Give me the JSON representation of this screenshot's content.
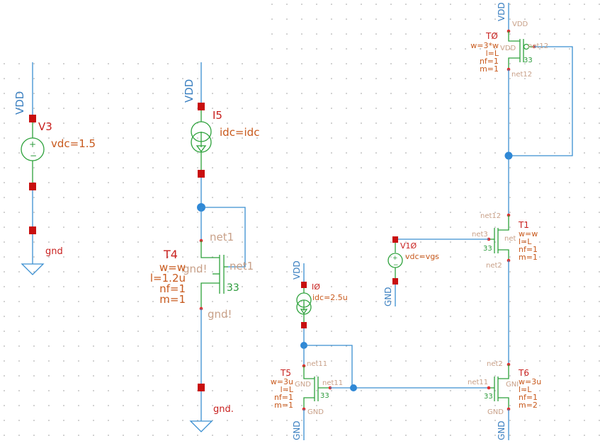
{
  "colors": {
    "wire": "#3a8fd1",
    "device": "#2ca13a",
    "pin": "#c80f0f",
    "instance_label": "#c8201e",
    "param_label": "#c8591c",
    "net_label": "#c8a088",
    "background": "#ffffff"
  },
  "sources": {
    "v3": {
      "name": "V3",
      "param": "vdc=1.5",
      "supply": "VDD",
      "gnd": "gnd"
    },
    "i5": {
      "name": "I5",
      "param": "idc=idc",
      "supply": "VDD"
    },
    "v10": {
      "name": "V1Ø",
      "param": "vdc=vgs",
      "gnd": "GND"
    },
    "i0": {
      "name": "IØ",
      "param": "idc=2.5u",
      "supply": "VDD"
    }
  },
  "transistors": {
    "t4": {
      "name": "T4",
      "w": "w=w",
      "l": "l=1.2u",
      "nf": "nf=1",
      "m": "m=1",
      "bulk": "33",
      "net_top": "net1",
      "net_gate": "net1",
      "bulk_net": "gnd!",
      "net_bottom": "gnd!",
      "gnd": "gnd."
    },
    "t0": {
      "name": "TØ",
      "w": "w=3*w",
      "l": "l=L",
      "nf": "nf=1",
      "m": "m=1",
      "bulk": "33",
      "bulk_net": "VDD",
      "supply_net": "VDD",
      "gate_net": "net12",
      "drain_net": "net12",
      "supply": "VDD"
    },
    "t1": {
      "name": "T1",
      "w": "w=w",
      "l": "l=L",
      "nf": "nf=1",
      "m": "m=1",
      "bulk": "33",
      "bulk_net": "net",
      "net_top": "net12",
      "gate_net": "net3",
      "net_bottom": "net2"
    },
    "t5": {
      "name": "T5",
      "w": "w=3u",
      "l": "l=L",
      "nf": "nf=1",
      "m": "m=1",
      "bulk": "33",
      "bulk_net": "GND",
      "net_top": "net11",
      "gate_net": "net11",
      "net_bottom": "GND",
      "gnd": "GND"
    },
    "t6": {
      "name": "T6",
      "w": "w=3u",
      "l": "l=L",
      "nf": "nf=1",
      "m": "m=2",
      "bulk": "33",
      "bulk_net": "GNI",
      "net_top": "net2",
      "gate_net": "net11",
      "net_bottom": "GND",
      "gnd": "GND"
    }
  }
}
